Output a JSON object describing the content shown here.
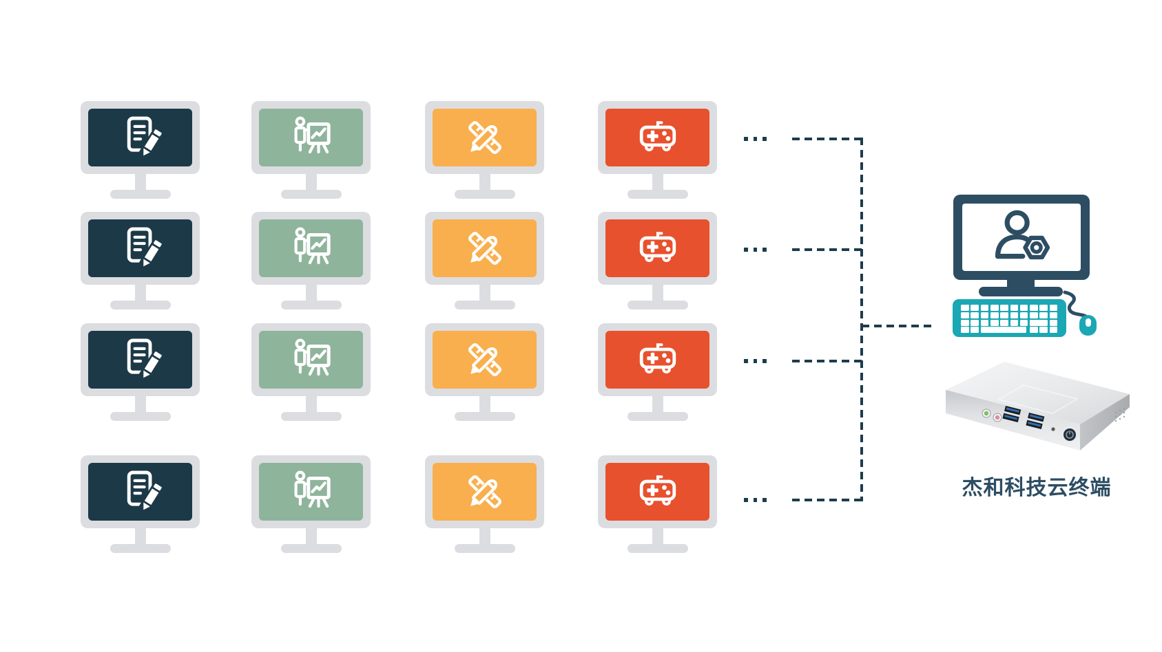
{
  "grid": {
    "rows": 4,
    "frame_color": "#dcdde0",
    "columns": [
      {
        "id": "office-documents",
        "icon": "document-edit-icon",
        "screen_color": "#1c3947"
      },
      {
        "id": "presentation",
        "icon": "presentation-icon",
        "screen_color": "#8fb49c"
      },
      {
        "id": "design",
        "icon": "ruler-pencil-icon",
        "screen_color": "#f9af4d"
      },
      {
        "id": "gaming",
        "icon": "gamepad-icon",
        "screen_color": "#e8512d"
      }
    ]
  },
  "connector": {
    "color": "#1d3c4d",
    "ellipsis": "...",
    "branches": 4
  },
  "terminal": {
    "label": "杰和科技云终端",
    "screen_icon": "user-gear-icon",
    "monitor_color": "#2d4d63",
    "keyboard_color": "#1ba7b4",
    "mouse_color": "#1ba7b4",
    "label_color": "#2d4d63"
  }
}
